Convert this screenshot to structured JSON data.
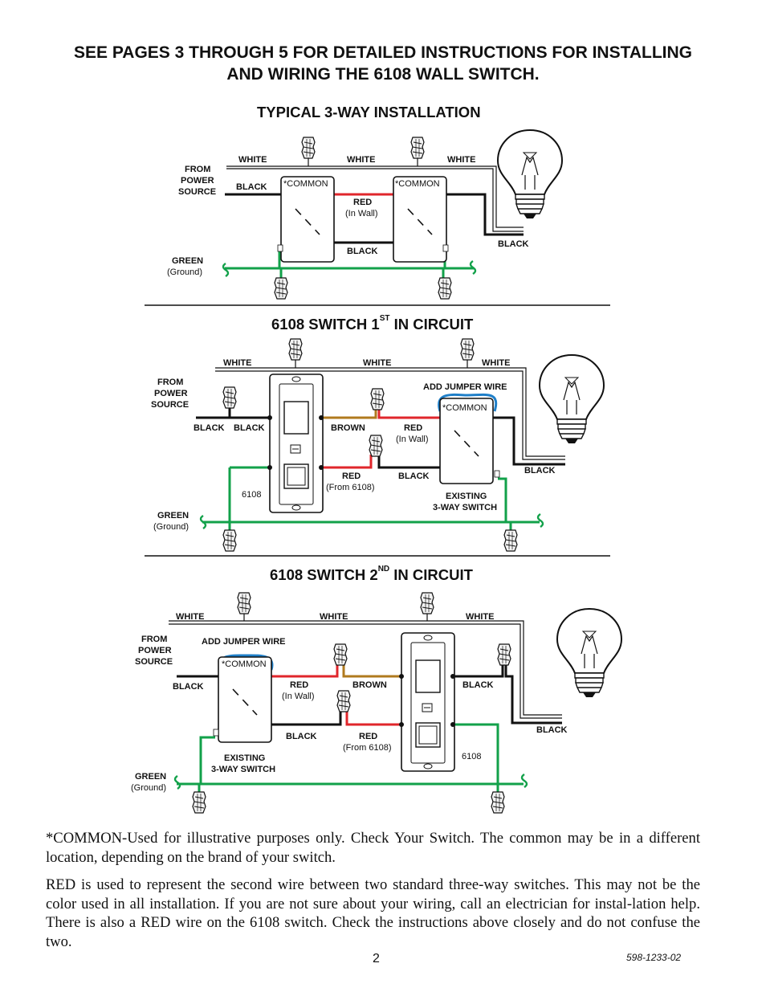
{
  "header": {
    "line1": "SEE PAGES 3 THROUGH 5 FOR DETAILED INSTRUCTIONS FOR INSTALLING",
    "line2": "AND WIRING THE 6108 WALL SWITCH."
  },
  "diagram1": {
    "title": "TYPICAL 3-WAY INSTALLATION",
    "white1": "WHITE",
    "white2": "WHITE",
    "white3": "WHITE",
    "from1": "FROM",
    "from2": "POWER",
    "from3": "SOURCE",
    "black_in": "BLACK",
    "common1": "*COMMON",
    "common2": "*COMMON",
    "red": "RED",
    "red_sub": "(In Wall)",
    "black_mid": "BLACK",
    "black_lamp": "BLACK",
    "green": "GREEN",
    "green_sub": "(Ground)"
  },
  "diagram2": {
    "title": "6108 SWITCH 1",
    "title_sup": "ST",
    "title_end": " IN CIRCUIT",
    "white1": "WHITE",
    "white2": "WHITE",
    "white3": "WHITE",
    "from1": "FROM",
    "from2": "POWER",
    "from3": "SOURCE",
    "black1": "BLACK",
    "black2": "BLACK",
    "brown": "BROWN",
    "red": "RED",
    "red_sub": "(In Wall)",
    "jumper": "ADD JUMPER WIRE",
    "common": "*COMMON",
    "red2": "RED",
    "red2_sub": "(From 6108)",
    "black_mid": "BLACK",
    "black_lamp": "BLACK",
    "model": "6108",
    "existing1": "EXISTING",
    "existing2": "3-WAY SWITCH",
    "green": "GREEN",
    "green_sub": "(Ground)"
  },
  "diagram3": {
    "title": "6108 SWITCH 2",
    "title_sup": "ND",
    "title_end": " IN CIRCUIT",
    "white1": "WHITE",
    "white2": "WHITE",
    "white3": "WHITE",
    "from1": "FROM",
    "from2": "POWER",
    "from3": "SOURCE",
    "jumper": "ADD JUMPER WIRE",
    "common": "*COMMON",
    "black_in": "BLACK",
    "red": "RED",
    "red_sub": "(In Wall)",
    "brown": "BROWN",
    "black_out": "BLACK",
    "black_mid": "BLACK",
    "red2": "RED",
    "red2_sub": "(From 6108)",
    "model": "6108",
    "black_lamp": "BLACK",
    "existing1": "EXISTING",
    "existing2": "3-WAY SWITCH",
    "green": "GREEN",
    "green_sub": "(Ground)"
  },
  "notes": {
    "common": "*COMMON-Used for illustrative purposes only. Check Your Switch. The common may be in a different location, depending on the brand of your switch.",
    "red": "RED is used to represent the second wire between two standard three-way switches. This may not be the color used in all installation. If you are not sure about your wiring, call an electrician for instal-lation help. There is also a RED wire on the 6108 switch. Check the instructions above closely and do not confuse the two."
  },
  "footer": {
    "page": "2",
    "doc_number": "598-1233-02"
  },
  "colors": {
    "red": "#e0262b",
    "brown": "#b07a1e",
    "green": "#12a14a",
    "blue": "#1f7fc8",
    "black": "#111111"
  }
}
